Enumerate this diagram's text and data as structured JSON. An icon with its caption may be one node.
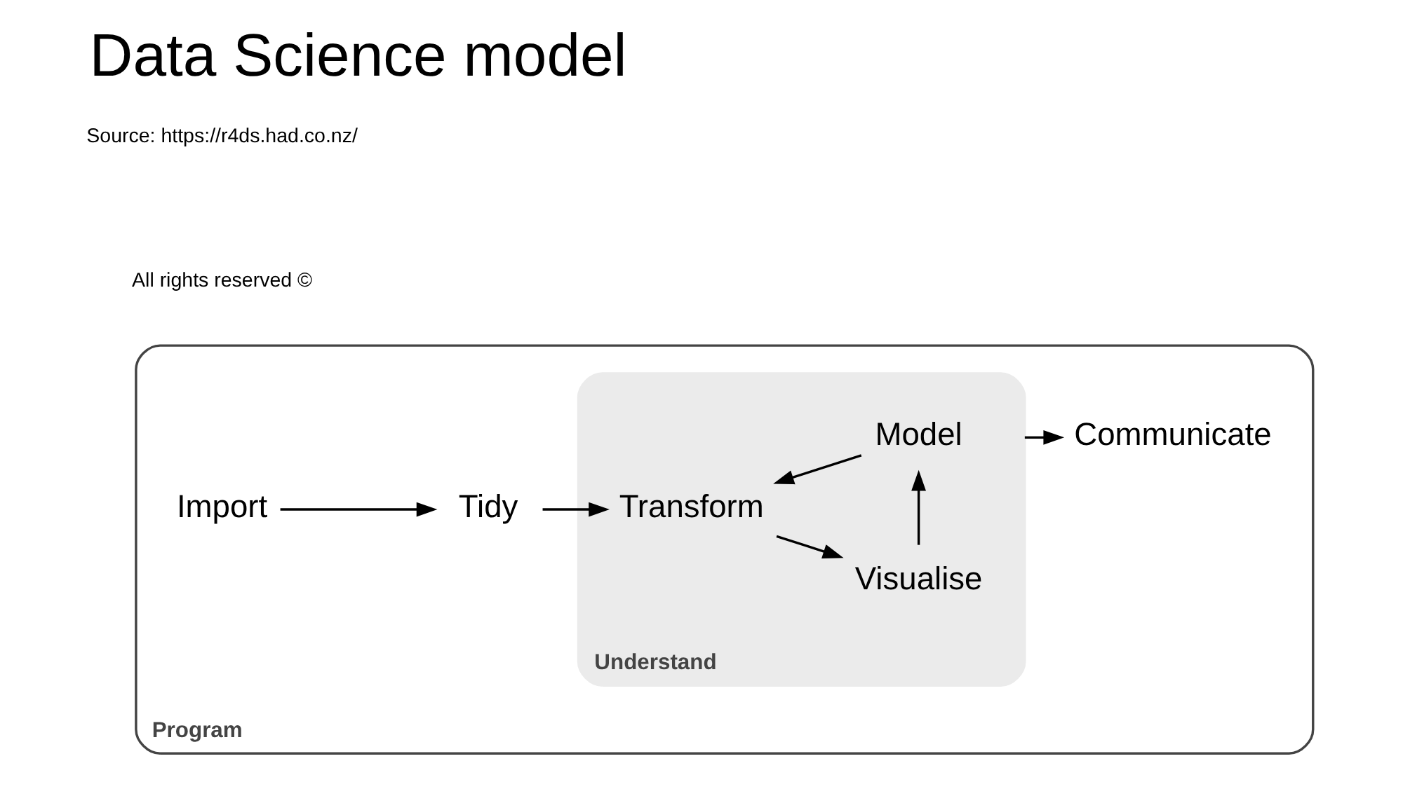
{
  "diagram": {
    "title": "Data Science model",
    "nodes": [
      {
        "text": [
          "Program"
        ]
      },
      {
        "text": [
          "Import"
        ],
        "in": 0
      },
      {
        "text": [
          "Tidy"
        ],
        "in": 0
      },
      {
        "text": [
          "Understand"
        ],
        "in": 0
      },
      {
        "text": [
          "Transform"
        ],
        "in": 3
      },
      {
        "text": [
          "Visualise"
        ],
        "in": 3
      },
      {
        "text": [
          "Model"
        ],
        "in": 3
      },
      {
        "text": [
          "Communicate"
        ],
        "in": 0
      }
    ],
    "edges": [
      {
        "from": 1,
        "to": 2,
        "arrow": "to"
      },
      {
        "from": 2,
        "to": 4,
        "arrow": "to"
      },
      {
        "from": 4,
        "to": 5,
        "arrow": "to"
      },
      {
        "from": 5,
        "to": 6,
        "arrow": "to"
      },
      {
        "from": 6,
        "to": 4,
        "arrow": "to"
      },
      {
        "from": 3,
        "to": 7,
        "arrow": "to"
      }
    ],
    "labels": [
      "All rights reserved ©",
      "Source: https://r4ds.had.co.nz/"
    ]
  }
}
